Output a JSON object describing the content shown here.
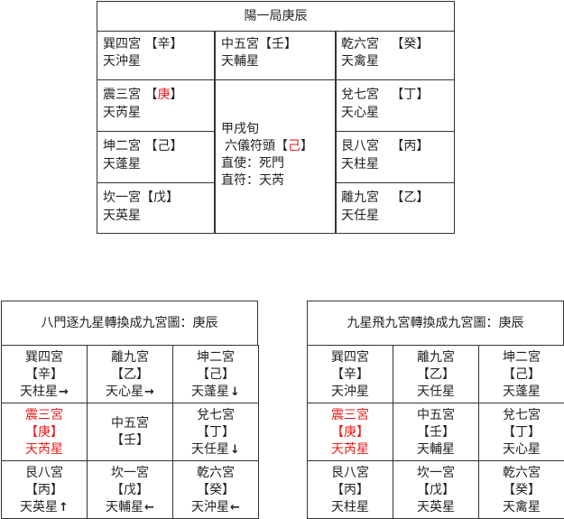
{
  "top": {
    "title": "陽一局庚辰",
    "cells": {
      "xun4": {
        "palace": "巽四宮",
        "stem": "【辛】",
        "star": "天沖星"
      },
      "zhong5": {
        "palace": "中五宮",
        "stem": "【壬】",
        "star": "天輔星"
      },
      "qian6": {
        "palace": "乾六宮",
        "stem": "【癸】",
        "star": "天禽星"
      },
      "zhen3": {
        "palace": "震三宮",
        "stem_open": "【",
        "stem_char": "庚",
        "stem_close": "】",
        "star": "天芮星"
      },
      "dui7": {
        "palace": "兌七宮",
        "stem": "【丁】",
        "star": "天心星"
      },
      "kun2": {
        "palace": "坤二宮",
        "stem": "【己】",
        "star": "天蓬星"
      },
      "gen8": {
        "palace": "艮八宮",
        "stem": "【丙】",
        "star": "天柱星"
      },
      "kan1": {
        "palace": "坎一宮",
        "stem": "【戊】",
        "star": "天英星"
      },
      "li9": {
        "palace": "離九宮",
        "stem": "【乙】",
        "star": "天任星"
      }
    },
    "center": {
      "xun": "甲戌旬",
      "fu_tou_label": "六儀符頭",
      "fu_tou_open": "【",
      "fu_tou_char": "己",
      "fu_tou_close": "】",
      "zhi_shi": "直使：死門",
      "zhi_fu": "直符：天芮"
    }
  },
  "grids": [
    {
      "title": "八門逐九星轉換成九宮圖：庚辰",
      "cells": [
        {
          "palace": "巽四宮",
          "stem": "【辛】",
          "star": "天柱星",
          "arrow": "→",
          "arrow_icon": "arrow-right-icon"
        },
        {
          "palace": "離九宮",
          "stem": "【乙】",
          "star": "天心星",
          "arrow": "→",
          "arrow_icon": "arrow-right-icon"
        },
        {
          "palace": "坤二宮",
          "stem": "【己】",
          "star": "天蓬星",
          "arrow": "↓",
          "arrow_icon": "arrow-down-icon"
        },
        {
          "palace": "震三宮",
          "stem": "【庚】",
          "star": "天芮星",
          "highlight": true
        },
        {
          "palace": "中五宮",
          "stem": "【壬】",
          "center": true
        },
        {
          "palace": "兌七宮",
          "stem": "【丁】",
          "star": "天任星",
          "arrow": "↓",
          "arrow_icon": "arrow-down-icon"
        },
        {
          "palace": "艮八宮",
          "stem": "【丙】",
          "star": "天英星",
          "arrow": "↑",
          "arrow_icon": "arrow-up-icon"
        },
        {
          "palace": "坎一宮",
          "stem": "【戊】",
          "star": "天輔星",
          "arrow": "←",
          "arrow_icon": "arrow-left-icon"
        },
        {
          "palace": "乾六宮",
          "stem": "【癸】",
          "star": "天沖星",
          "arrow": "←",
          "arrow_icon": "arrow-left-icon"
        }
      ]
    },
    {
      "title": "九星飛九宮轉換成九宮圖：庚辰",
      "cells": [
        {
          "palace": "巽四宮",
          "stem": "【辛】",
          "star": "天沖星"
        },
        {
          "palace": "離九宮",
          "stem": "【乙】",
          "star": "天任星"
        },
        {
          "palace": "坤二宮",
          "stem": "【己】",
          "star": "天蓬星"
        },
        {
          "palace": "震三宮",
          "stem": "【庚】",
          "star": "天芮星",
          "highlight": true
        },
        {
          "palace": "中五宮",
          "stem": "【壬】",
          "star": "天輔星"
        },
        {
          "palace": "兌七宮",
          "stem": "【丁】",
          "star": "天心星"
        },
        {
          "palace": "艮八宮",
          "stem": "【丙】",
          "star": "天柱星"
        },
        {
          "palace": "坎一宮",
          "stem": "【戊】",
          "star": "天英星"
        },
        {
          "palace": "乾六宮",
          "stem": "【癸】",
          "star": "天禽星"
        }
      ]
    }
  ],
  "colors": {
    "highlight": "#e31c1c",
    "border": "#333333"
  }
}
